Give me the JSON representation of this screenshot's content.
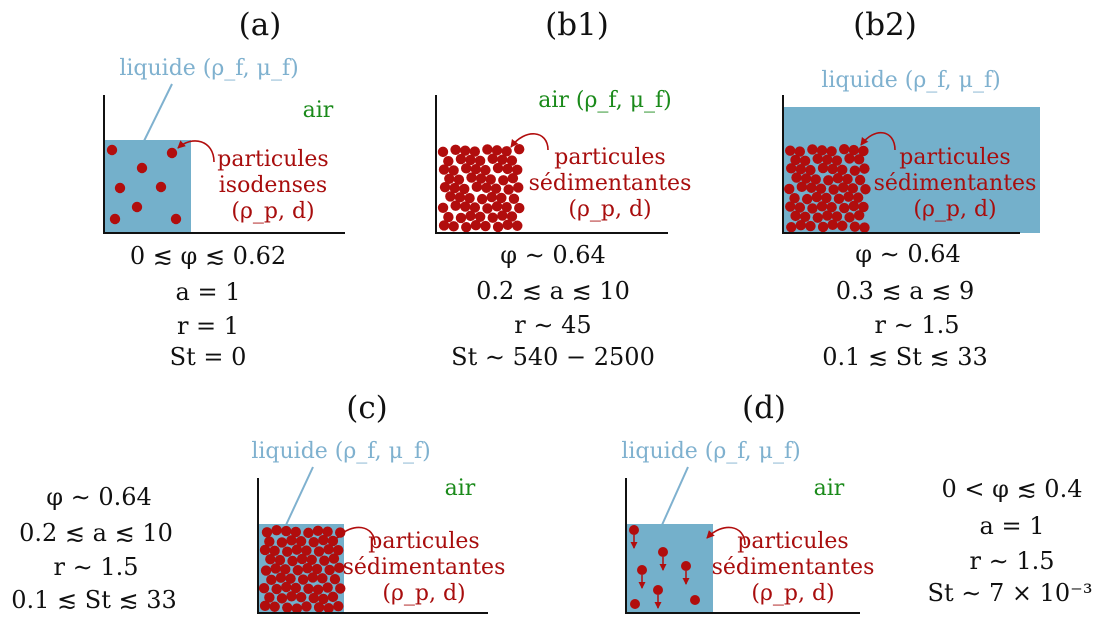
{
  "colors": {
    "liquid": "#74b0cb",
    "particle": "#b10d0d",
    "particle_label": "#a80d0d",
    "air_label": "#1a8a1a",
    "liquid_label": "#7fb1cf",
    "wall": "#111111"
  },
  "panels": {
    "a": {
      "label": "(a)",
      "liquid_label": "liquide (ρ_f,  μ_f)",
      "air_label": "air",
      "particles_label": [
        "particules",
        "isodenses",
        "(ρ_p,  d)"
      ],
      "params": [
        "0 ≲ φ ≲ 0.62",
        "a = 1",
        "r = 1",
        "St = 0"
      ]
    },
    "b1": {
      "label": "(b1)",
      "air_label": "air (ρ_f,  μ_f)",
      "particles_label": [
        "particules",
        "sédimentantes",
        "(ρ_p,  d)"
      ],
      "params": [
        "φ ∼ 0.64",
        "0.2 ≲ a ≲ 10",
        "r ∼ 45",
        "St ∼ 540 − 2500"
      ]
    },
    "b2": {
      "label": "(b2)",
      "liquid_label": "liquide (ρ_f,  μ_f)",
      "particles_label": [
        "particules",
        "sédimentantes",
        "(ρ_p,  d)"
      ],
      "params": [
        "φ ∼ 0.64",
        "0.3 ≲ a ≲ 9",
        "r ∼ 1.5",
        "0.1 ≲ St ≲ 33"
      ]
    },
    "c": {
      "label": "(c)",
      "liquid_label": "liquide (ρ_f,  μ_f)",
      "air_label": "air",
      "particles_label": [
        "particules",
        "sédimentantes",
        "(ρ_p,  d)"
      ],
      "params": [
        "φ ∼ 0.64",
        "0.2 ≲ a ≲ 10",
        "r ∼ 1.5",
        "0.1 ≲ St ≲ 33"
      ]
    },
    "d": {
      "label": "(d)",
      "liquid_label": "liquide (ρ_f,  μ_f)",
      "air_label": "air",
      "particles_label": [
        "particules",
        "sédimentantes",
        "(ρ_p,  d)"
      ],
      "params": [
        "0 < φ ≲ 0.4",
        "a = 1",
        "r ∼ 1.5",
        "St ∼ 7 × 10⁻³"
      ]
    }
  }
}
